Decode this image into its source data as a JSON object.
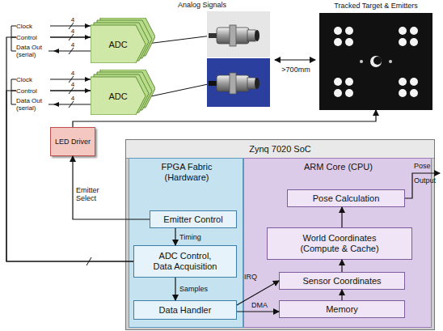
{
  "diagram": {
    "nodes": [
      {
        "text": [
          "ADC"
        ]
      },
      {
        "text": [
          "ADC"
        ]
      },
      {
        "text": [
          "Tracked Target & Emitters"
        ]
      },
      {
        "text": [
          "LED Driver"
        ]
      },
      {
        "text": [
          "Zynq 7020 SoC"
        ]
      },
      {
        "text": [
          "FPGA Fabric (Hardware)"
        ],
        "in": 4
      },
      {
        "text": [
          "ARM Core (CPU)"
        ],
        "in": 4
      },
      {
        "text": [
          "Emitter Control"
        ],
        "in": 5
      },
      {
        "text": [
          "ADC Control, Data Acquisition"
        ],
        "in": 5
      },
      {
        "text": [
          "Data Handler"
        ],
        "in": 5
      },
      {
        "text": [
          "Pose Calculation"
        ],
        "in": 6
      },
      {
        "text": [
          "World Coordinates (Compute & Cache)"
        ],
        "in": 6
      },
      {
        "text": [
          "Sensor Coordinates"
        ],
        "in": 6
      },
      {
        "text": [
          "Memory"
        ],
        "in": 6
      }
    ],
    "edges": [
      {
        "from": 8,
        "to": 0,
        "arrow": "none"
      },
      {
        "from": 8,
        "to": 1,
        "arrow": "none"
      },
      {
        "from": 3,
        "to": 2,
        "arrow": "to"
      },
      {
        "from": 7,
        "to": 3,
        "label": "Emitter Select",
        "arrow": "to"
      },
      {
        "from": 7,
        "to": 8,
        "label": "Timing",
        "arrow": "to"
      },
      {
        "from": 8,
        "to": 9,
        "label": "Samples",
        "arrow": "to"
      },
      {
        "from": 9,
        "to": 12,
        "label": "IRQ",
        "arrow": "to"
      },
      {
        "from": 9,
        "to": 13,
        "label": "DMA",
        "arrow": "to"
      },
      {
        "from": 13,
        "to": 12,
        "arrow": "to"
      },
      {
        "from": 12,
        "to": 11,
        "arrow": "to"
      },
      {
        "from": 11,
        "to": 10,
        "arrow": "to"
      }
    ],
    "labels": [
      "Clock",
      "4",
      "Control",
      "4",
      "Data Out (serial)",
      "4",
      "Clock",
      "4",
      "Control",
      "4",
      "Data Out (serial)",
      "4",
      "Analog Signals",
      ">700mm",
      "Pose Output"
    ]
  }
}
